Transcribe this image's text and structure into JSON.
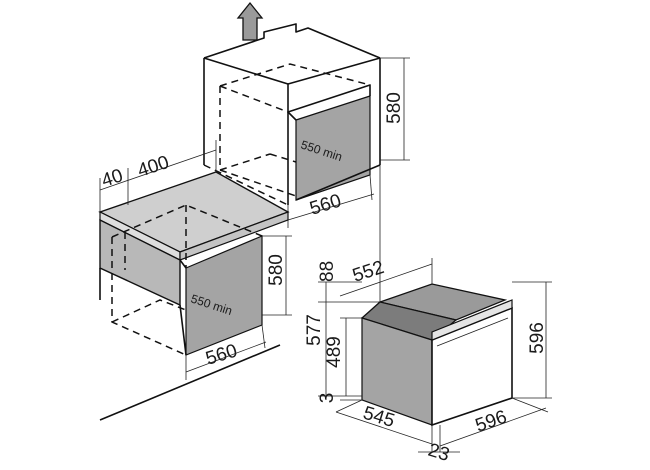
{
  "column_cabinet": {
    "niche_height": "580",
    "niche_width": "560",
    "niche_depth": "550 min"
  },
  "undercounter_cabinet": {
    "back_clearance": "40",
    "counter_depth": "400",
    "niche_height": "580",
    "niche_width": "560",
    "niche_depth": "550 min"
  },
  "oven": {
    "depth_total": "552",
    "top_height": "88",
    "overall_height": "577",
    "body_height": "489",
    "bottom_gap": "3",
    "front_height": "596",
    "body_width": "545",
    "front_width": "596",
    "door_depth": "23"
  }
}
